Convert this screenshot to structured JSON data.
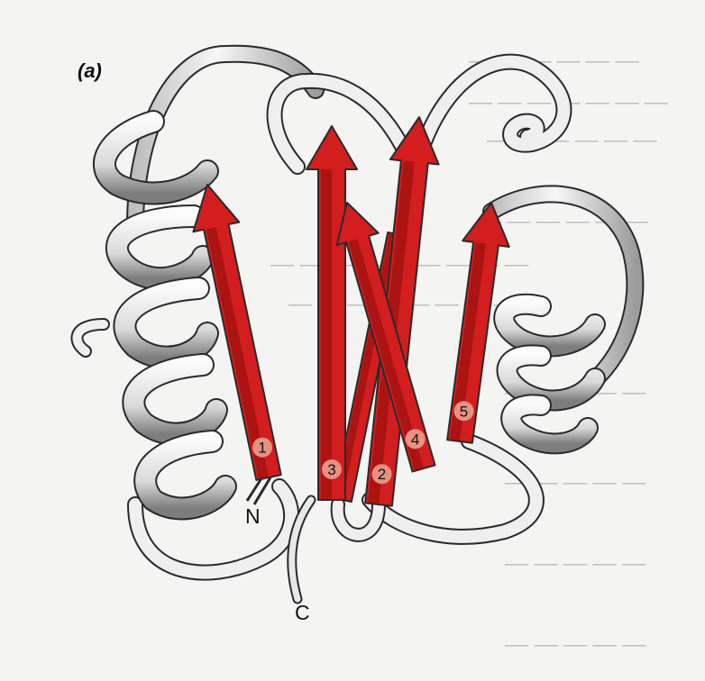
{
  "figure": {
    "panel_label": "(a)",
    "n_terminus_label": "N",
    "c_terminus_label": "C",
    "strand_labels": [
      "1",
      "2",
      "3",
      "4",
      "5"
    ]
  },
  "colors": {
    "strand_fill": "#d21e1e",
    "strand_dark": "#8e0b0b",
    "strand_highlight": "#f07a6a",
    "ribbon_fill": "#ececec",
    "ribbon_shadow": "#8a8a8a",
    "outline": "#2a2a2a",
    "label_circle": "#e89082"
  }
}
